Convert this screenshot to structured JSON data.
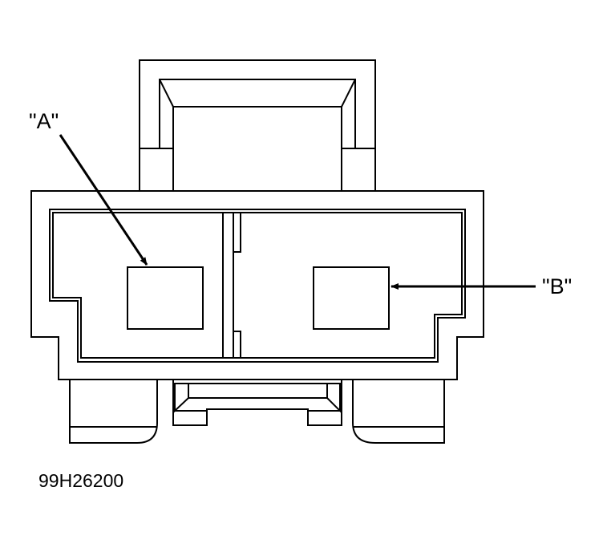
{
  "diagram": {
    "label_a": "\"A\"",
    "label_b": "\"B\"",
    "figure_id": "99H26200"
  },
  "colors": {
    "line": "#000000",
    "background": "#ffffff"
  }
}
